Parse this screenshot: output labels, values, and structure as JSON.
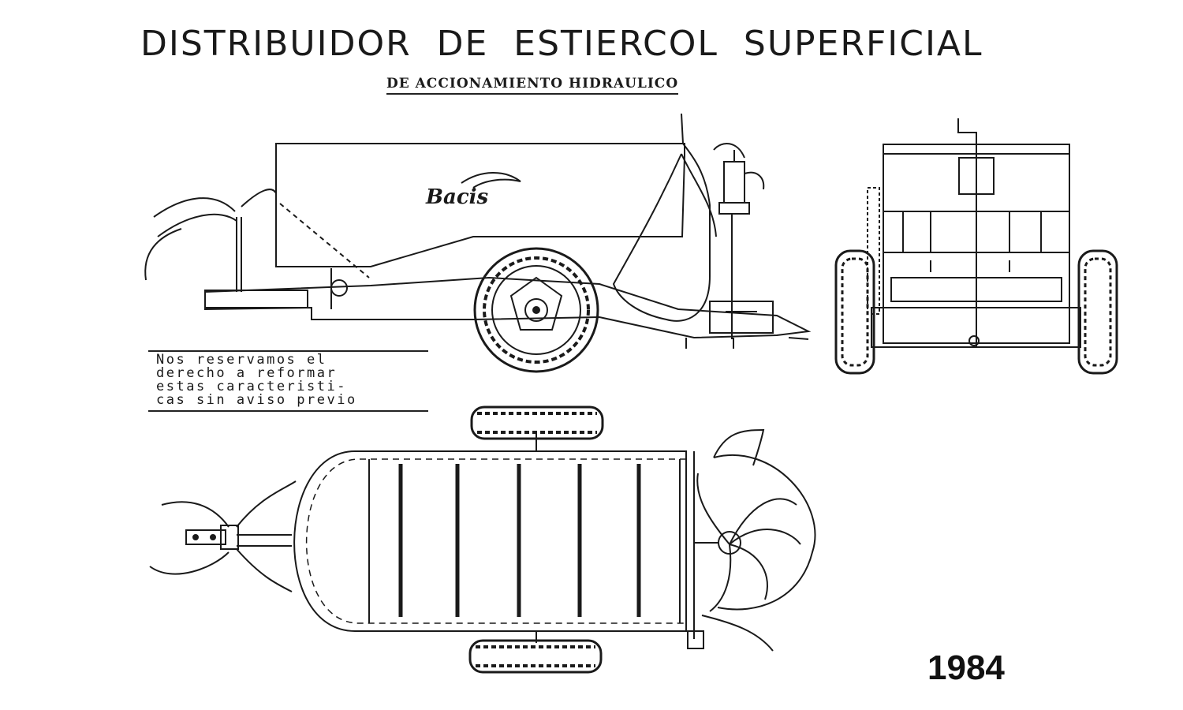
{
  "title": "DISTRIBUIDOR  DE  ESTIERCOL  SUPERFICIAL",
  "subtitle": "DE ACCIONAMIENTO HIDRAULICO",
  "notice_lines": [
    "Nos reservamos el",
    "derecho a reformar",
    "estas caracteristi-",
    "cas sin aviso previo"
  ],
  "brand": "Bacis",
  "year": "1984",
  "colors": {
    "ink": "#1a1a1a",
    "paper": "#ffffff"
  }
}
